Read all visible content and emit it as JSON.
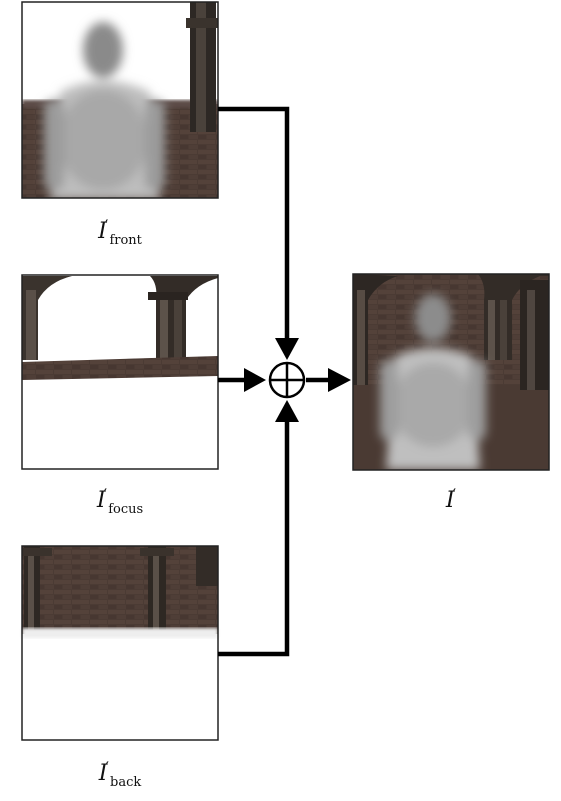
{
  "labels": {
    "front_base": "I",
    "front_prime": "′",
    "front_sub": "front",
    "focus_base": "I",
    "focus_prime": "′",
    "focus_sub": "focus",
    "back_base": "I",
    "back_prime": "′",
    "back_sub": "back",
    "output_base": "I",
    "output_prime": "′"
  },
  "operator_icon": "circled-plus-icon",
  "colors": {
    "arrow": "#000000",
    "brick": "#4a3a33",
    "brick_dark": "#3a2d28",
    "mortar": "#5a4a42",
    "pillar": "#2b2622",
    "figure": "#b8b8b8",
    "sky_blur": "#f2f2f2"
  }
}
